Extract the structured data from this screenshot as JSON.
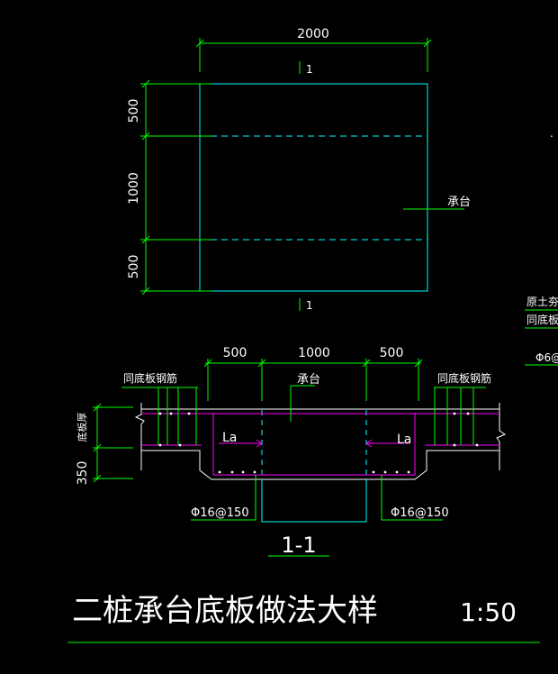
{
  "plan": {
    "width_dim": "2000",
    "section_mark_top": "1",
    "section_mark_bottom": "1",
    "dim_top": "500",
    "dim_middle": "1000",
    "dim_bottom": "500",
    "cap_label": "承台"
  },
  "section": {
    "dim_left": "500",
    "dim_middle": "1000",
    "dim_right": "500",
    "cap_label": "承台",
    "rebar_label_left": "同底板钢筋",
    "rebar_label_right": "同底板钢筋",
    "slab_thickness_label": "底板厚",
    "dim_350": "350",
    "la_left": "La",
    "la_right": "La",
    "bar_left": "Φ16@150",
    "bar_right": "Φ16@150",
    "section_name": "1-1"
  },
  "right_notes": {
    "line1": "原土夯实",
    "line2": "同底板筋",
    "line3": "Φ6@"
  },
  "title": {
    "text": "二桩承台底板做法大样",
    "scale": "1:50"
  },
  "colors": {
    "background": "#000000",
    "dimension": "#00ff00",
    "outline": "#00ffff",
    "rebar": "#ff00ff",
    "text": "#ffffff"
  }
}
